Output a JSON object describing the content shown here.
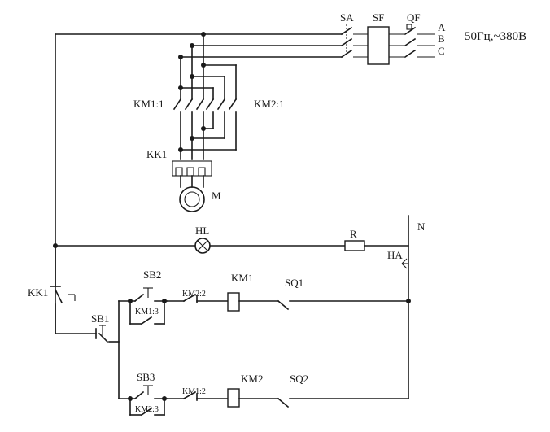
{
  "supply": {
    "phases": [
      "A",
      "B",
      "C"
    ],
    "rating": "50Гц,~380В",
    "neutral": "N"
  },
  "components": {
    "sa": "SA",
    "sf": "SF",
    "qf": "QF",
    "km1_1": "KM1:1",
    "km2_1": "KM2:1",
    "kk1_main": "KK1",
    "motor": "M",
    "lamp": "HL",
    "resistor": "R",
    "horn": "HA",
    "kk1_ctrl": "KK1",
    "sb1": "SB1",
    "sb2": "SB2",
    "km1_3": "KM1:3",
    "km2_2": "KM2:2",
    "coil_km1": "KM1",
    "sq1": "SQ1",
    "sb3": "SB3",
    "km2_3": "KM2:3",
    "km1_2": "KM1:2",
    "coil_km2": "KM2",
    "sq2": "SQ2"
  }
}
